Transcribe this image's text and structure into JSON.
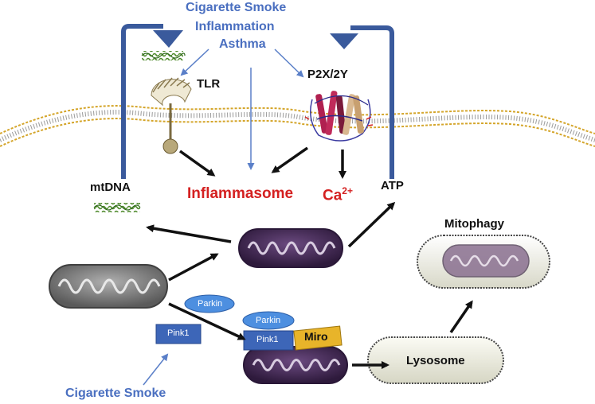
{
  "labels": {
    "cigarette_smoke_top": "Cigarette Smoke",
    "inflammation": "Inflammation",
    "asthma": "Asthma",
    "tlr": "TLR",
    "p2x_2y": "P2X/2Y",
    "mtdna": "mtDNA",
    "inflammasome": "Inflammasome",
    "calcium_base": "Ca",
    "calcium_sup": "2+",
    "atp": "ATP",
    "mitophagy": "Mitophagy",
    "parkin_1": "Parkin",
    "parkin_2": "Parkin",
    "pink1_1": "Pink1",
    "pink1_2": "Pink1",
    "miro": "Miro",
    "lysosome": "Lysosome",
    "cigarette_smoke_bottom": "Cigarette Smoke"
  },
  "colors": {
    "blue_label": "#4a6fc0",
    "feedback_arrow": "#3a5a9c",
    "inflammasome_red": "#d42020",
    "membrane_head": "#e2b63a",
    "mito_dark": "#4a2d5c",
    "mito_gray": "#8a8a8a",
    "parkin": "#4d8fe0",
    "pink1": "#3d66b8",
    "miro": "#e8b42a",
    "mtdna_green": "#4f8a2c"
  }
}
